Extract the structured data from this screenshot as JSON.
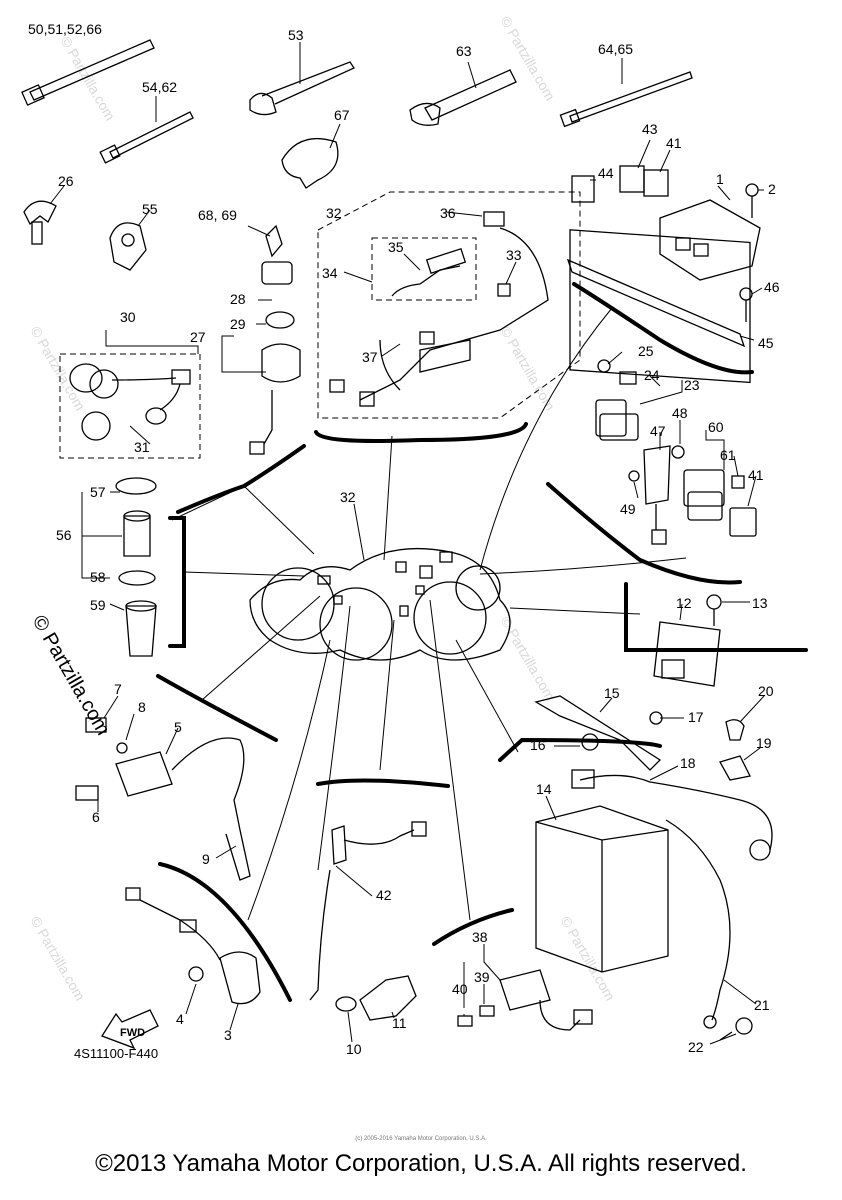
{
  "labels": {
    "l_50_66": "50,51,52,66",
    "l_53": "53",
    "l_63": "63",
    "l_64_65": "64,65",
    "l_54_62": "54,62",
    "l_67": "67",
    "l_43": "43",
    "l_41a": "41",
    "l_44": "44",
    "l_1": "1",
    "l_2": "2",
    "l_26": "26",
    "l_55": "55",
    "l_68_69": "68, 69",
    "l_32a": "32",
    "l_36": "36",
    "l_35": "35",
    "l_34": "34",
    "l_33": "33",
    "l_46": "46",
    "l_45": "45",
    "l_30": "30",
    "l_28": "28",
    "l_29": "29",
    "l_27": "27",
    "l_37": "37",
    "l_25": "25",
    "l_24": "24",
    "l_23": "23",
    "l_31": "31",
    "l_48": "48",
    "l_47": "47",
    "l_60": "60",
    "l_61": "61",
    "l_41b": "41",
    "l_49": "49",
    "l_57": "57",
    "l_32b": "32",
    "l_56": "56",
    "l_58": "58",
    "l_59": "59",
    "l_12": "12",
    "l_13": "13",
    "l_8": "8",
    "l_7": "7",
    "l_5": "5",
    "l_6": "6",
    "l_15": "15",
    "l_20": "20",
    "l_17": "17",
    "l_16": "16",
    "l_19": "19",
    "l_18": "18",
    "l_14": "14",
    "l_9": "9",
    "l_42": "42",
    "l_38": "38",
    "l_39": "39",
    "l_40": "40",
    "l_21": "21",
    "l_22": "22",
    "l_4": "4",
    "l_3": "3",
    "l_11": "11",
    "l_10": "10"
  },
  "fwd": "FWD",
  "diagram_code": "4S11100-F440",
  "watermark_side": "© Partzilla.com",
  "watermark_faint": "© Partzilla.com",
  "mini_credit": "(c) 2005-2016 Yamaha Motor Corporation, U.S.A.",
  "copyright": "©2013 Yamaha Motor Corporation, U.S.A. All rights reserved."
}
